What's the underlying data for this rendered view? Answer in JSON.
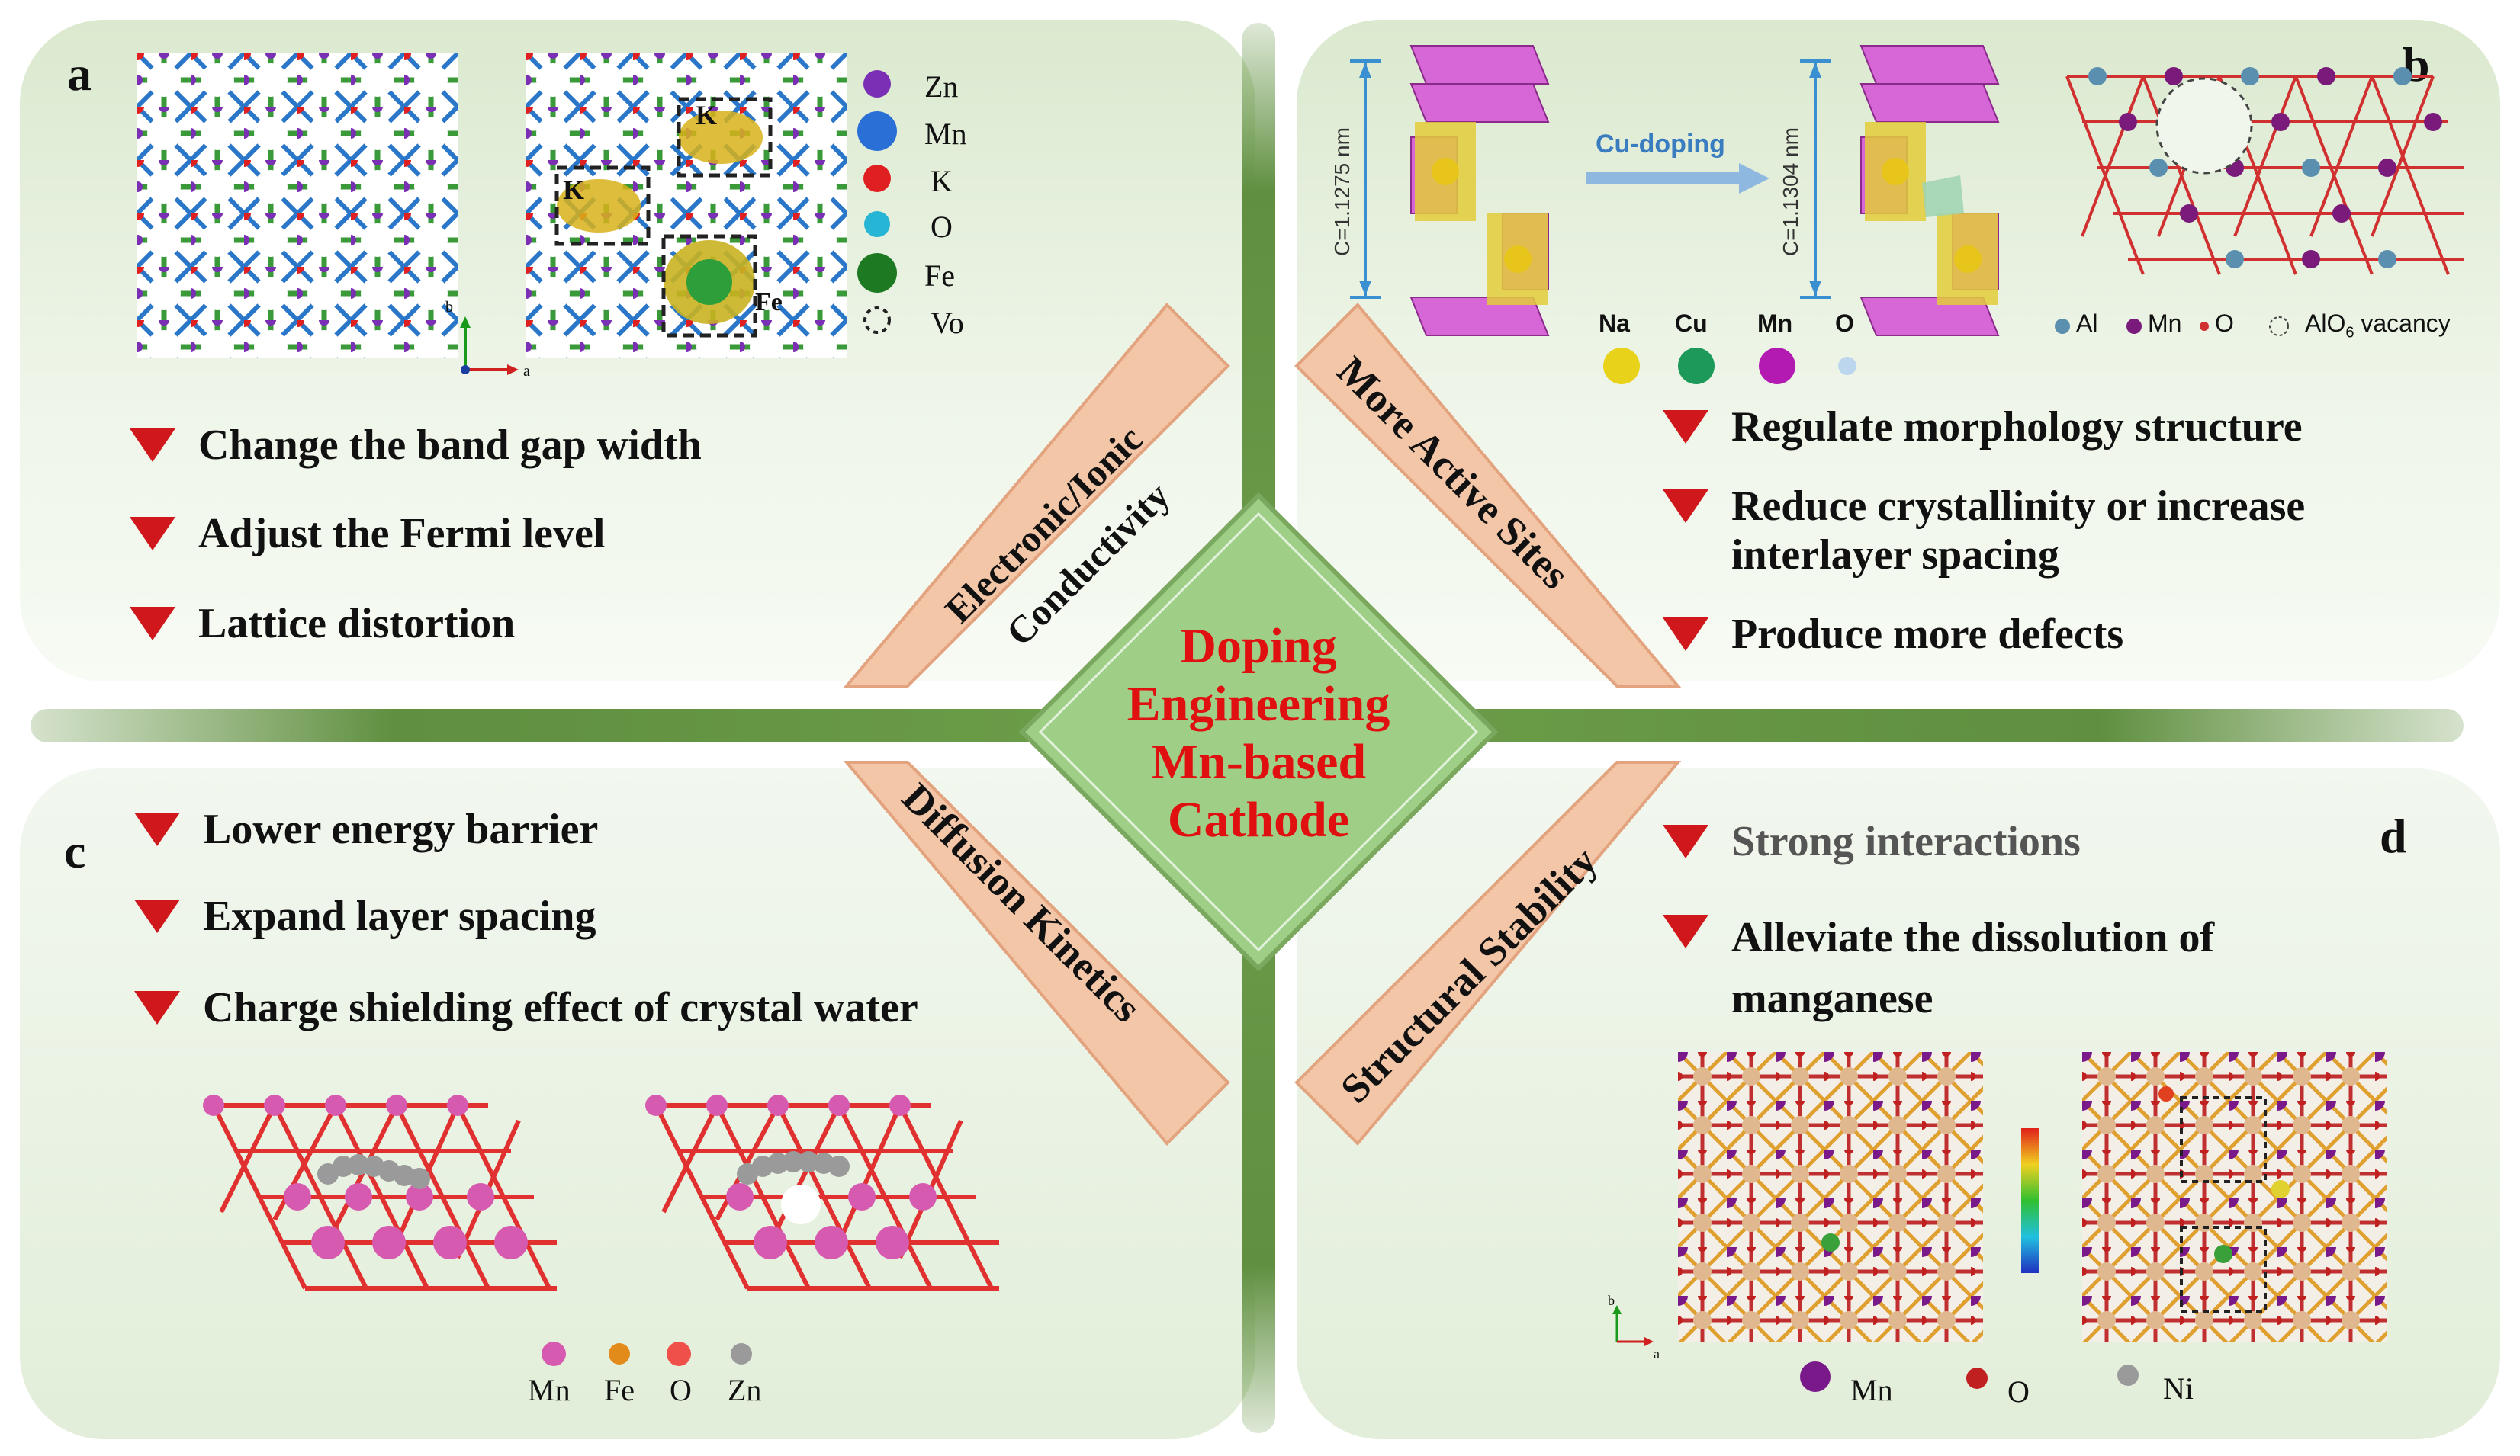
{
  "center": {
    "lines": [
      "Doping",
      "Engineering",
      "Mn-based",
      "Cathode"
    ]
  },
  "trapezoids": {
    "top_left": [
      "Electronic/Ionic",
      "Conductivity"
    ],
    "top_right": "More Active Sites",
    "bottom_left": "Diffusion Kinetics",
    "bottom_right": "Structural Stability"
  },
  "panel_a": {
    "label": "a",
    "legend": [
      "Zn",
      "Mn",
      "K",
      "O",
      "Fe",
      "Vo"
    ],
    "box_labels": [
      "K",
      "K",
      "Fe"
    ],
    "axis": [
      "b",
      "a"
    ],
    "bullets": [
      "Change the band gap width",
      "Adjust the Fermi level",
      "Lattice distortion"
    ]
  },
  "panel_b": {
    "label": "b",
    "c_left": "C=1.1275 nm",
    "c_right": "C=1.1304 nm",
    "arrow_label": "Cu-doping",
    "legend": [
      "Na",
      "Cu",
      "Mn",
      "O"
    ],
    "legend_right": [
      "Al",
      "Mn",
      "O",
      "AlO",
      "6",
      "vacancy"
    ],
    "bullets": [
      "Regulate morphology structure",
      "Reduce crystallinity or increase",
      "interlayer spacing",
      "Produce more defects"
    ]
  },
  "panel_c": {
    "label": "c",
    "bullets": [
      "Lower energy barrier",
      "Expand layer spacing",
      "Charge shielding effect of crystal water"
    ],
    "legend": [
      "Mn",
      "Fe",
      "O",
      "Zn"
    ]
  },
  "panel_d": {
    "label": "d",
    "bullets": [
      "Strong interactions",
      "Alleviate the dissolution of",
      "manganese"
    ],
    "legend": [
      "Mn",
      "O",
      "Ni"
    ],
    "axis": [
      "b",
      "a"
    ]
  },
  "colors": {
    "bullet_red": "#d0181c",
    "center_text": "#e01010",
    "center_fill": "#9fcf86",
    "trapezoid_fill": "#f3c6a8",
    "panel_green": "#e3eedb"
  }
}
